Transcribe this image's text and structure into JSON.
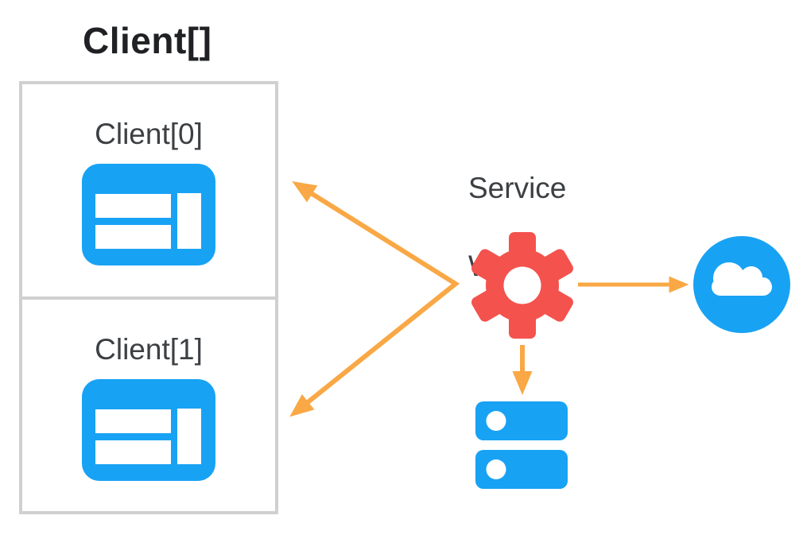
{
  "colors": {
    "blue": "#18A2F4",
    "red": "#F4524D",
    "orange": "#F9A845",
    "border": "#D0D0D0",
    "title_text": "#202124",
    "label_text": "#3C4043",
    "background": "#FFFFFF"
  },
  "diagram": {
    "title": "Client[]",
    "clients": [
      {
        "label": "Client[0]",
        "icon": "browser-window-icon"
      },
      {
        "label": "Client[1]",
        "icon": "browser-window-icon"
      }
    ],
    "service_worker": {
      "label_line1": "Service",
      "label_line2": "Worker",
      "icon": "gear-icon"
    },
    "network": {
      "icon": "cloud-icon"
    },
    "storage": {
      "icon": "server-stack-icon"
    },
    "arrows": [
      {
        "name": "service-worker-to-clients-fan",
        "color": "orange"
      },
      {
        "name": "service-worker-to-cloud",
        "color": "orange"
      },
      {
        "name": "service-worker-to-storage",
        "color": "orange"
      }
    ]
  }
}
